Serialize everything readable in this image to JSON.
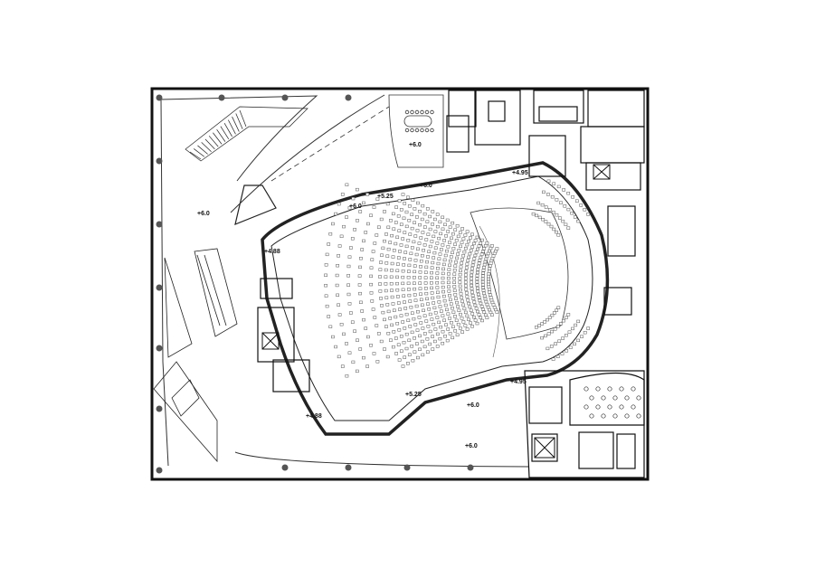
{
  "plan": {
    "colors": {
      "background": "#ffffff",
      "wall": "#111111",
      "thin_line": "#333333",
      "seat": "#555555",
      "structure_fill": "#222222"
    },
    "level_labels": [
      {
        "id": "plaza-west",
        "text": "+6.0"
      },
      {
        "id": "meeting-room",
        "text": "+6.0"
      },
      {
        "id": "entry-north-a",
        "text": "+6.0"
      },
      {
        "id": "entry-north-b",
        "text": "+5.25"
      },
      {
        "id": "entry-north-c",
        "text": "+6.0"
      },
      {
        "id": "balcony-north",
        "text": "+4.95"
      },
      {
        "id": "hall-west-upper",
        "text": "+4.88"
      },
      {
        "id": "hall-west-lower",
        "text": "+4.88"
      },
      {
        "id": "foyer-south",
        "text": "+5.25"
      },
      {
        "id": "entry-south",
        "text": "+6.0"
      },
      {
        "id": "balcony-south",
        "text": "+4.95"
      },
      {
        "id": "plaza-south",
        "text": "+6.0"
      }
    ],
    "icons": [
      "column-icon",
      "stair-icon",
      "elevator-icon",
      "table-icon",
      "seat-icon",
      "door-icon"
    ]
  }
}
